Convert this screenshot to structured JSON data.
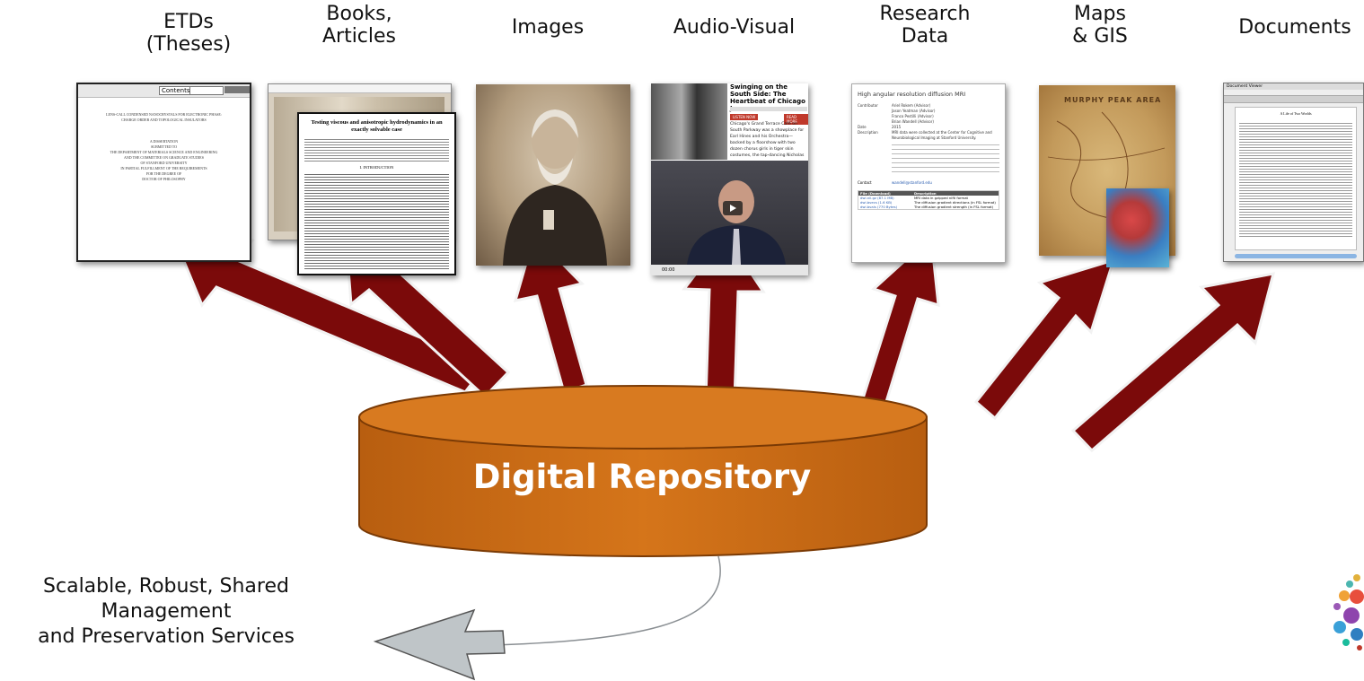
{
  "categories": {
    "etds": "ETDs\n(Theses)",
    "books": "Books,\nArticles",
    "images": "Images",
    "audio": "Audio-Visual",
    "research": "Research\nData",
    "maps": "Maps\n& GIS",
    "documents": "Documents"
  },
  "repository_label": "Digital Repository",
  "services_label": "Scalable, Robust, Shared\nManagement\nand Preservation Services",
  "thumbs": {
    "etd_search": "Contents",
    "etd_lines": [
      "LENS-CALL CONDENSED NANOCRYSTALS FOR ELECTRONIC PHASE:",
      "CHARGE ORDER AND TOPOLOGICAL INSULATORS",
      "A DISSERTATION",
      "SUBMITTED TO",
      "THE DEPARTMENT OF MATERIALS SCIENCE AND ENGINEERING",
      "AND THE COMMITTEE ON GRADUATE STUDIES",
      "OF STANFORD UNIVERSITY",
      "IN PARTIAL FULFILLMENT OF THE REQUIREMENTS",
      "FOR THE DEGREE OF",
      "DOCTOR OF PHILOSOPHY"
    ],
    "article_title": "Testing viscous and anisotropic hydrodynamics in an exactly solvable case",
    "article_section": "I. INTRODUCTION",
    "audio_title": "Swinging on the South Side: The Heartbeat of Chicago Jazz",
    "audio_listen": "LISTEN NOW",
    "audio_read": "READ MORE",
    "audio_time": "00:00",
    "audio_body": "Chicago's Grand Terrace Café on South Parkway was a showplace for Earl Hines and his Orchestra—backed by a floorshow with two dozen chorus girls in tiger skin costumes, the tap-dancing Nicholas Brothers and a twelve-piece jazz band—all broadcast",
    "research_title": "High angular resolution diffusion MRI",
    "research_fields": [
      {
        "label": "Contributor",
        "value": "Ariel Rokem (Advisor)"
      },
      {
        "label": "",
        "value": "Jason Yeatman (Advisor)"
      },
      {
        "label": "",
        "value": "Franco Pestilli (Advisor)"
      },
      {
        "label": "",
        "value": "Brian Wandell (Advisor)"
      },
      {
        "label": "Date",
        "value": "2015"
      },
      {
        "label": "Description",
        "value": "MRI data were collected at the Center for Cognitive and Neurobiological Imaging at Stanford University."
      }
    ],
    "research_contact_label": "Contact",
    "research_contact": "wandell@stanford.edu",
    "research_files_header": [
      "File (Download)",
      "Description"
    ],
    "research_files": [
      {
        "name": "dwi.nii.gz (87.1 MB)",
        "desc": "MRI data in gzipped nifti format"
      },
      {
        "name": "dwi.bvecs (1.6 KB)",
        "desc": "The diffusion gradient directions (in FSL format)"
      },
      {
        "name": "dwi.bvals (770 Bytes)",
        "desc": "The diffusion gradient strength (in FSL format)"
      }
    ],
    "map_title": "MURPHY PEAK AREA",
    "doc_viewer": "Document Viewer",
    "doc_heading": "A Life of Two Worlds"
  },
  "colors": {
    "arrow_fill": "#7b0a0a",
    "arrow_stroke": "#f2f2f2",
    "cylinder_fill": "#cc6a12",
    "cylinder_edge": "#7a3a05",
    "services_arrow": "#bfc5c8",
    "link_red": "#c0392b"
  }
}
